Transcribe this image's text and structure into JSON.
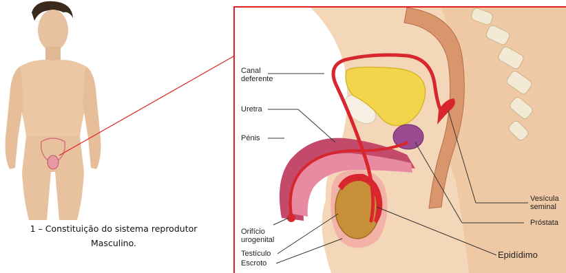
{
  "caption": {
    "line1": "1 – Constituição do sistema reprodutor",
    "line2": "Masculino."
  },
  "labels": {
    "canal_deferente": "Canal\ndeferente",
    "uretra": "Uretra",
    "penis": "Pénis",
    "orificio_urogenital": "Orifício\nurogenital",
    "testiculo": "Testículo",
    "escroto": "Escroto",
    "vesicula_seminal": "Vesícula\nseminal",
    "prostata": "Próstata",
    "epididimo": "Epidídimo"
  },
  "colors": {
    "highlight_line": "#e02020",
    "deferent_duct": "#d8262e",
    "bladder": "#f2d54a",
    "prostate": "#9a4a8e",
    "testis": "#c9903a",
    "skin": "#f4d6b8",
    "spine": "#f3ead6"
  }
}
